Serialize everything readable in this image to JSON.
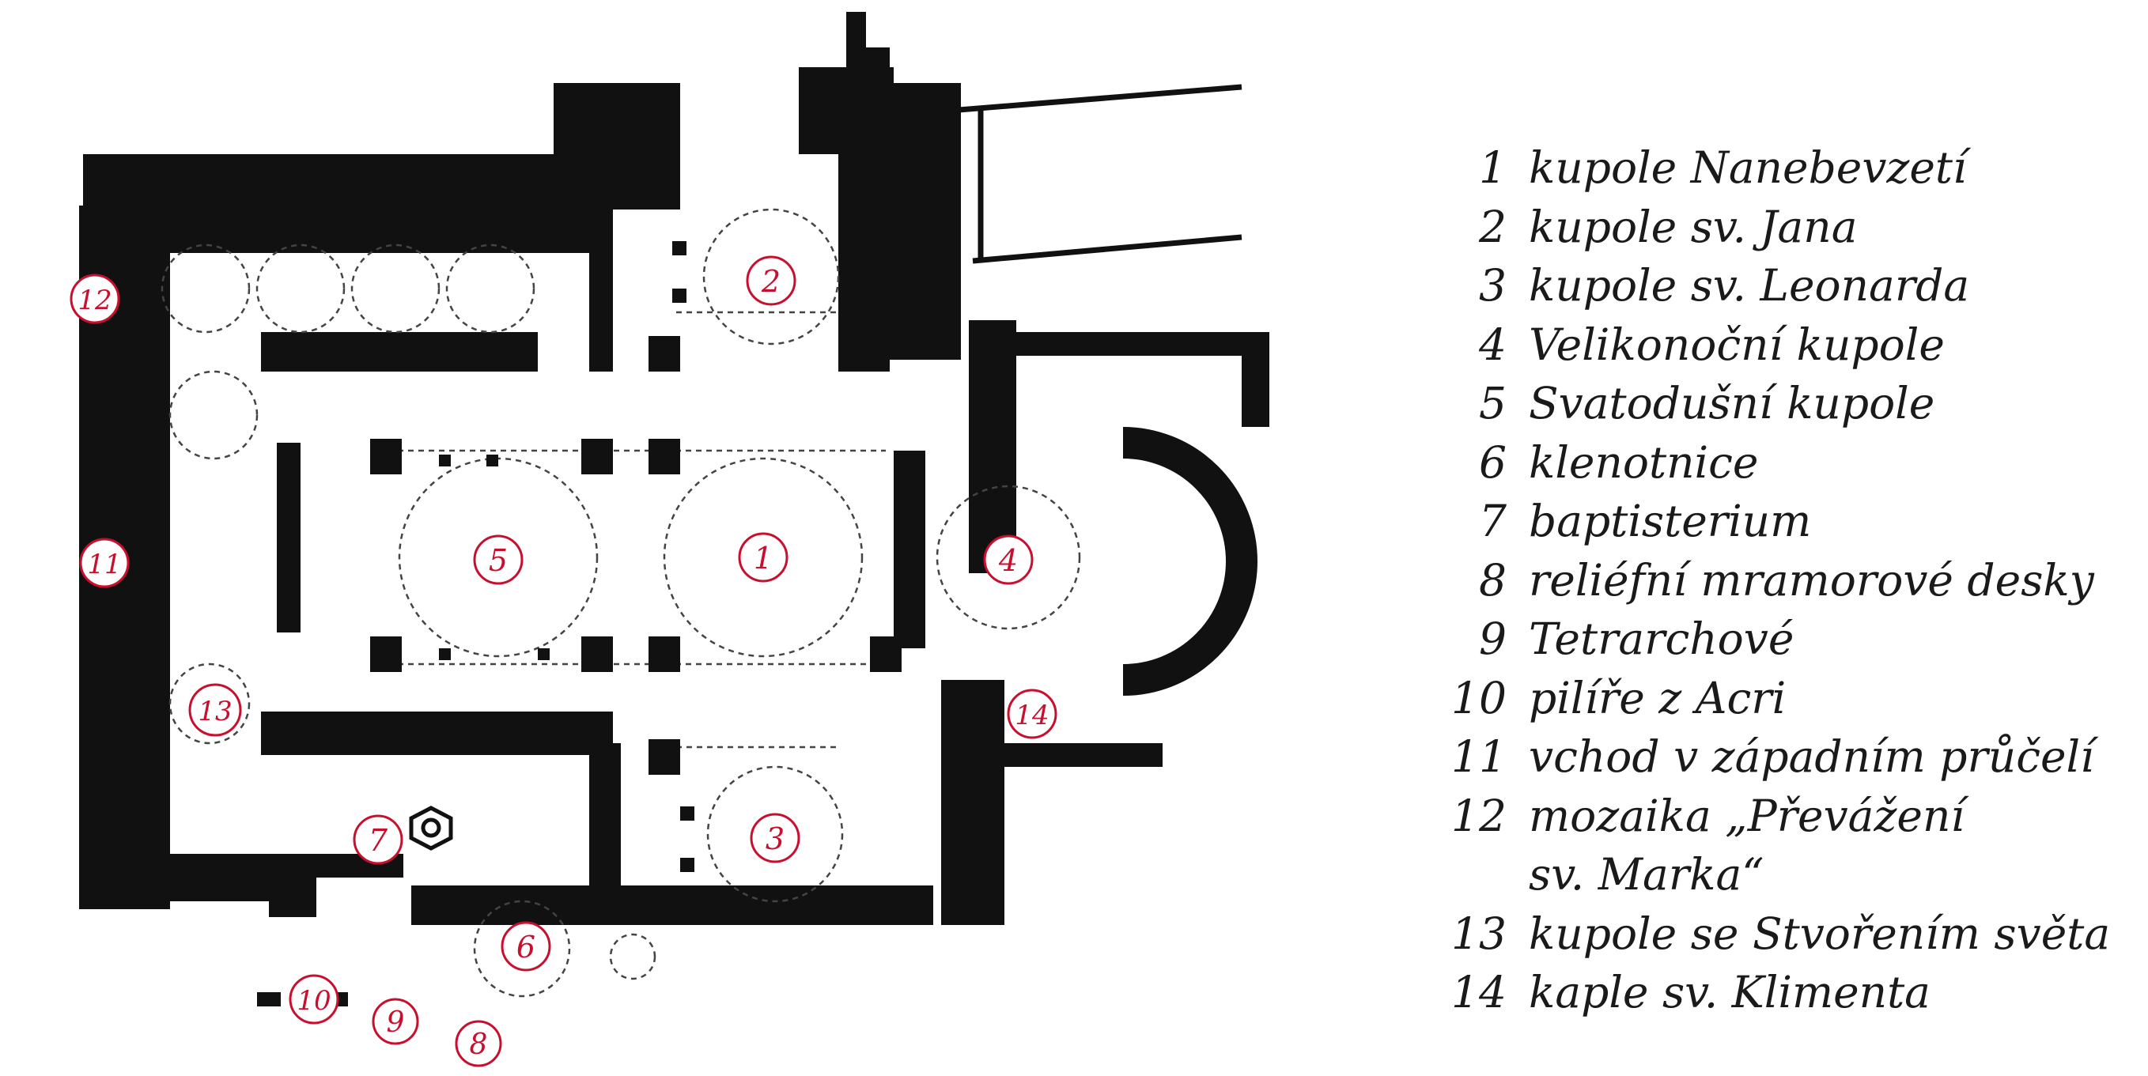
{
  "legend": [
    {
      "num": "1",
      "text": "kupole Nanebevzetí"
    },
    {
      "num": "2",
      "text": "kupole sv. Jana"
    },
    {
      "num": "3",
      "text": "kupole sv. Leonarda"
    },
    {
      "num": "4",
      "text": "Velikonoční kupole"
    },
    {
      "num": "5",
      "text": "Svatodušní kupole"
    },
    {
      "num": "6",
      "text": "klenotnice"
    },
    {
      "num": "7",
      "text": "baptisterium"
    },
    {
      "num": "8",
      "text": "reliéfní mramorové desky"
    },
    {
      "num": "9",
      "text": "Tetrarchové"
    },
    {
      "num": "10",
      "text": "pilíře z Acri"
    },
    {
      "num": "11",
      "text": "vchod v západním průčelí"
    },
    {
      "num": "12",
      "text": "mozaika „Převážení"
    },
    {
      "num": "",
      "text": "sv. Marka“"
    },
    {
      "num": "13",
      "text": "kupole se Stvořením světa"
    },
    {
      "num": "14",
      "text": "kaple sv. Klimenta"
    }
  ],
  "markers": [
    "1",
    "2",
    "3",
    "4",
    "5",
    "6",
    "7",
    "8",
    "9",
    "10",
    "11",
    "12",
    "13",
    "14"
  ],
  "colors": {
    "wall": "#111111",
    "marker": "#c8102e",
    "dashed": "#444444"
  }
}
